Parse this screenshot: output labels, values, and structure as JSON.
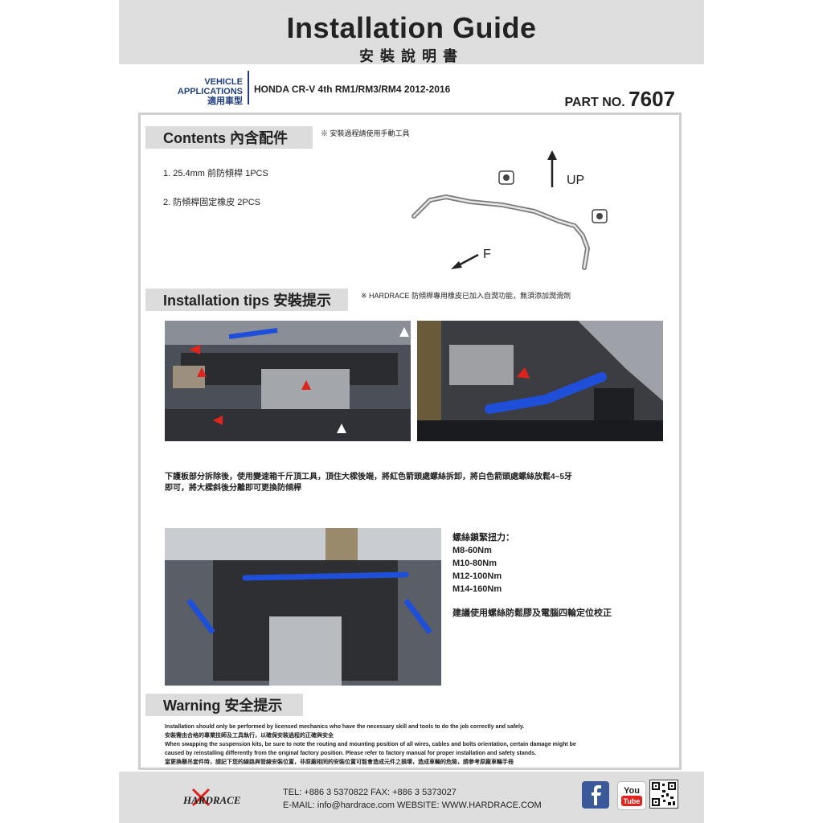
{
  "header": {
    "title": "Installation Guide",
    "subtitle": "安裝說明書"
  },
  "vehicle": {
    "label_en": "VEHICLE APPLICATIONS",
    "label_zh": "適用車型",
    "model": "HONDA CR-V 4th RM1/RM3/RM4 2012-2016"
  },
  "part": {
    "label": "PART NO.",
    "number": "7607"
  },
  "contents": {
    "heading": "Contents 內含配件",
    "note": "※ 安裝過程請使用手動工具",
    "items": [
      "1. 25.4mm 前防傾桿 1PCS",
      "2. 防傾桿固定橡皮 2PCS"
    ],
    "diagram_up": "UP",
    "diagram_f": "F"
  },
  "tips": {
    "heading": "Installation tips 安裝提示",
    "note": "※ HARDRACE 防傾桿專用橡皮已加入自潤功能，無須添加潤滑劑",
    "caption_line1": "下護板部分拆除後，使用變速箱千斤頂工具，頂住大樑後端，將紅色箭頭處螺絲拆卸，將白色箭頭處螺絲放鬆4~5牙",
    "caption_line2": "即可，將大樑斜後分離即可更換防傾桿",
    "torque_title": "螺絲鎖緊扭力：",
    "torque_values": [
      "M8-60Nm",
      "M10-80Nm",
      "M12-100Nm",
      "M14-160Nm"
    ],
    "advice": "建議使用螺絲防鬆膠及電腦四輪定位校正"
  },
  "warning": {
    "heading": "Warning 安全提示",
    "lines": [
      "Installation should only be performed by licensed mechanics who have the necessary skill and tools to do the job correctly and safely.",
      "安裝需由合格的專業技師及工具執行，以確保安裝過程的正確與安全",
      "When swapping the suspension kits, be sure to note the routing and mounting position of all wires, cables and bolts orientation, certain damage might be",
      "caused by reinstalling differently from the original factory position. Please refer to factory manual for proper installation and safety stands.",
      "當更換懸吊套件時，請記下您的線路與管線安裝位置，非原廠相同的安裝位置可能會造成元件之損壞，造成車輛的危險，請參考原廠車輛手冊"
    ]
  },
  "footer": {
    "brand": "HARDRACE",
    "tel_line": "TEL: +886 3 5370822   FAX: +886 3 5373027",
    "web_line": "E-MAIL: info@hardrace.com   WEBSITE: WWW.HARDRACE.COM",
    "youtube_label": "You Tube",
    "icons": [
      "facebook-icon",
      "youtube-icon",
      "qr-code-icon"
    ]
  },
  "colors": {
    "accent_blue": "#1f3f7f",
    "band_gray": "#dedede",
    "arrow_red": "#e0231c",
    "bar_blue": "#1f4fd8"
  }
}
